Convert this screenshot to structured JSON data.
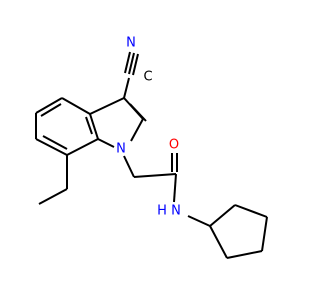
{
  "molecule": {
    "atoms": {
      "nitrile_n": "N",
      "nitrile_c": "C",
      "ring_n": "N",
      "carbonyl_o": "O",
      "amide_n": "N",
      "amide_h": "H"
    },
    "colors": {
      "carbon": "#000000",
      "nitrogen": "#0000ff",
      "oxygen": "#ff0000"
    }
  }
}
